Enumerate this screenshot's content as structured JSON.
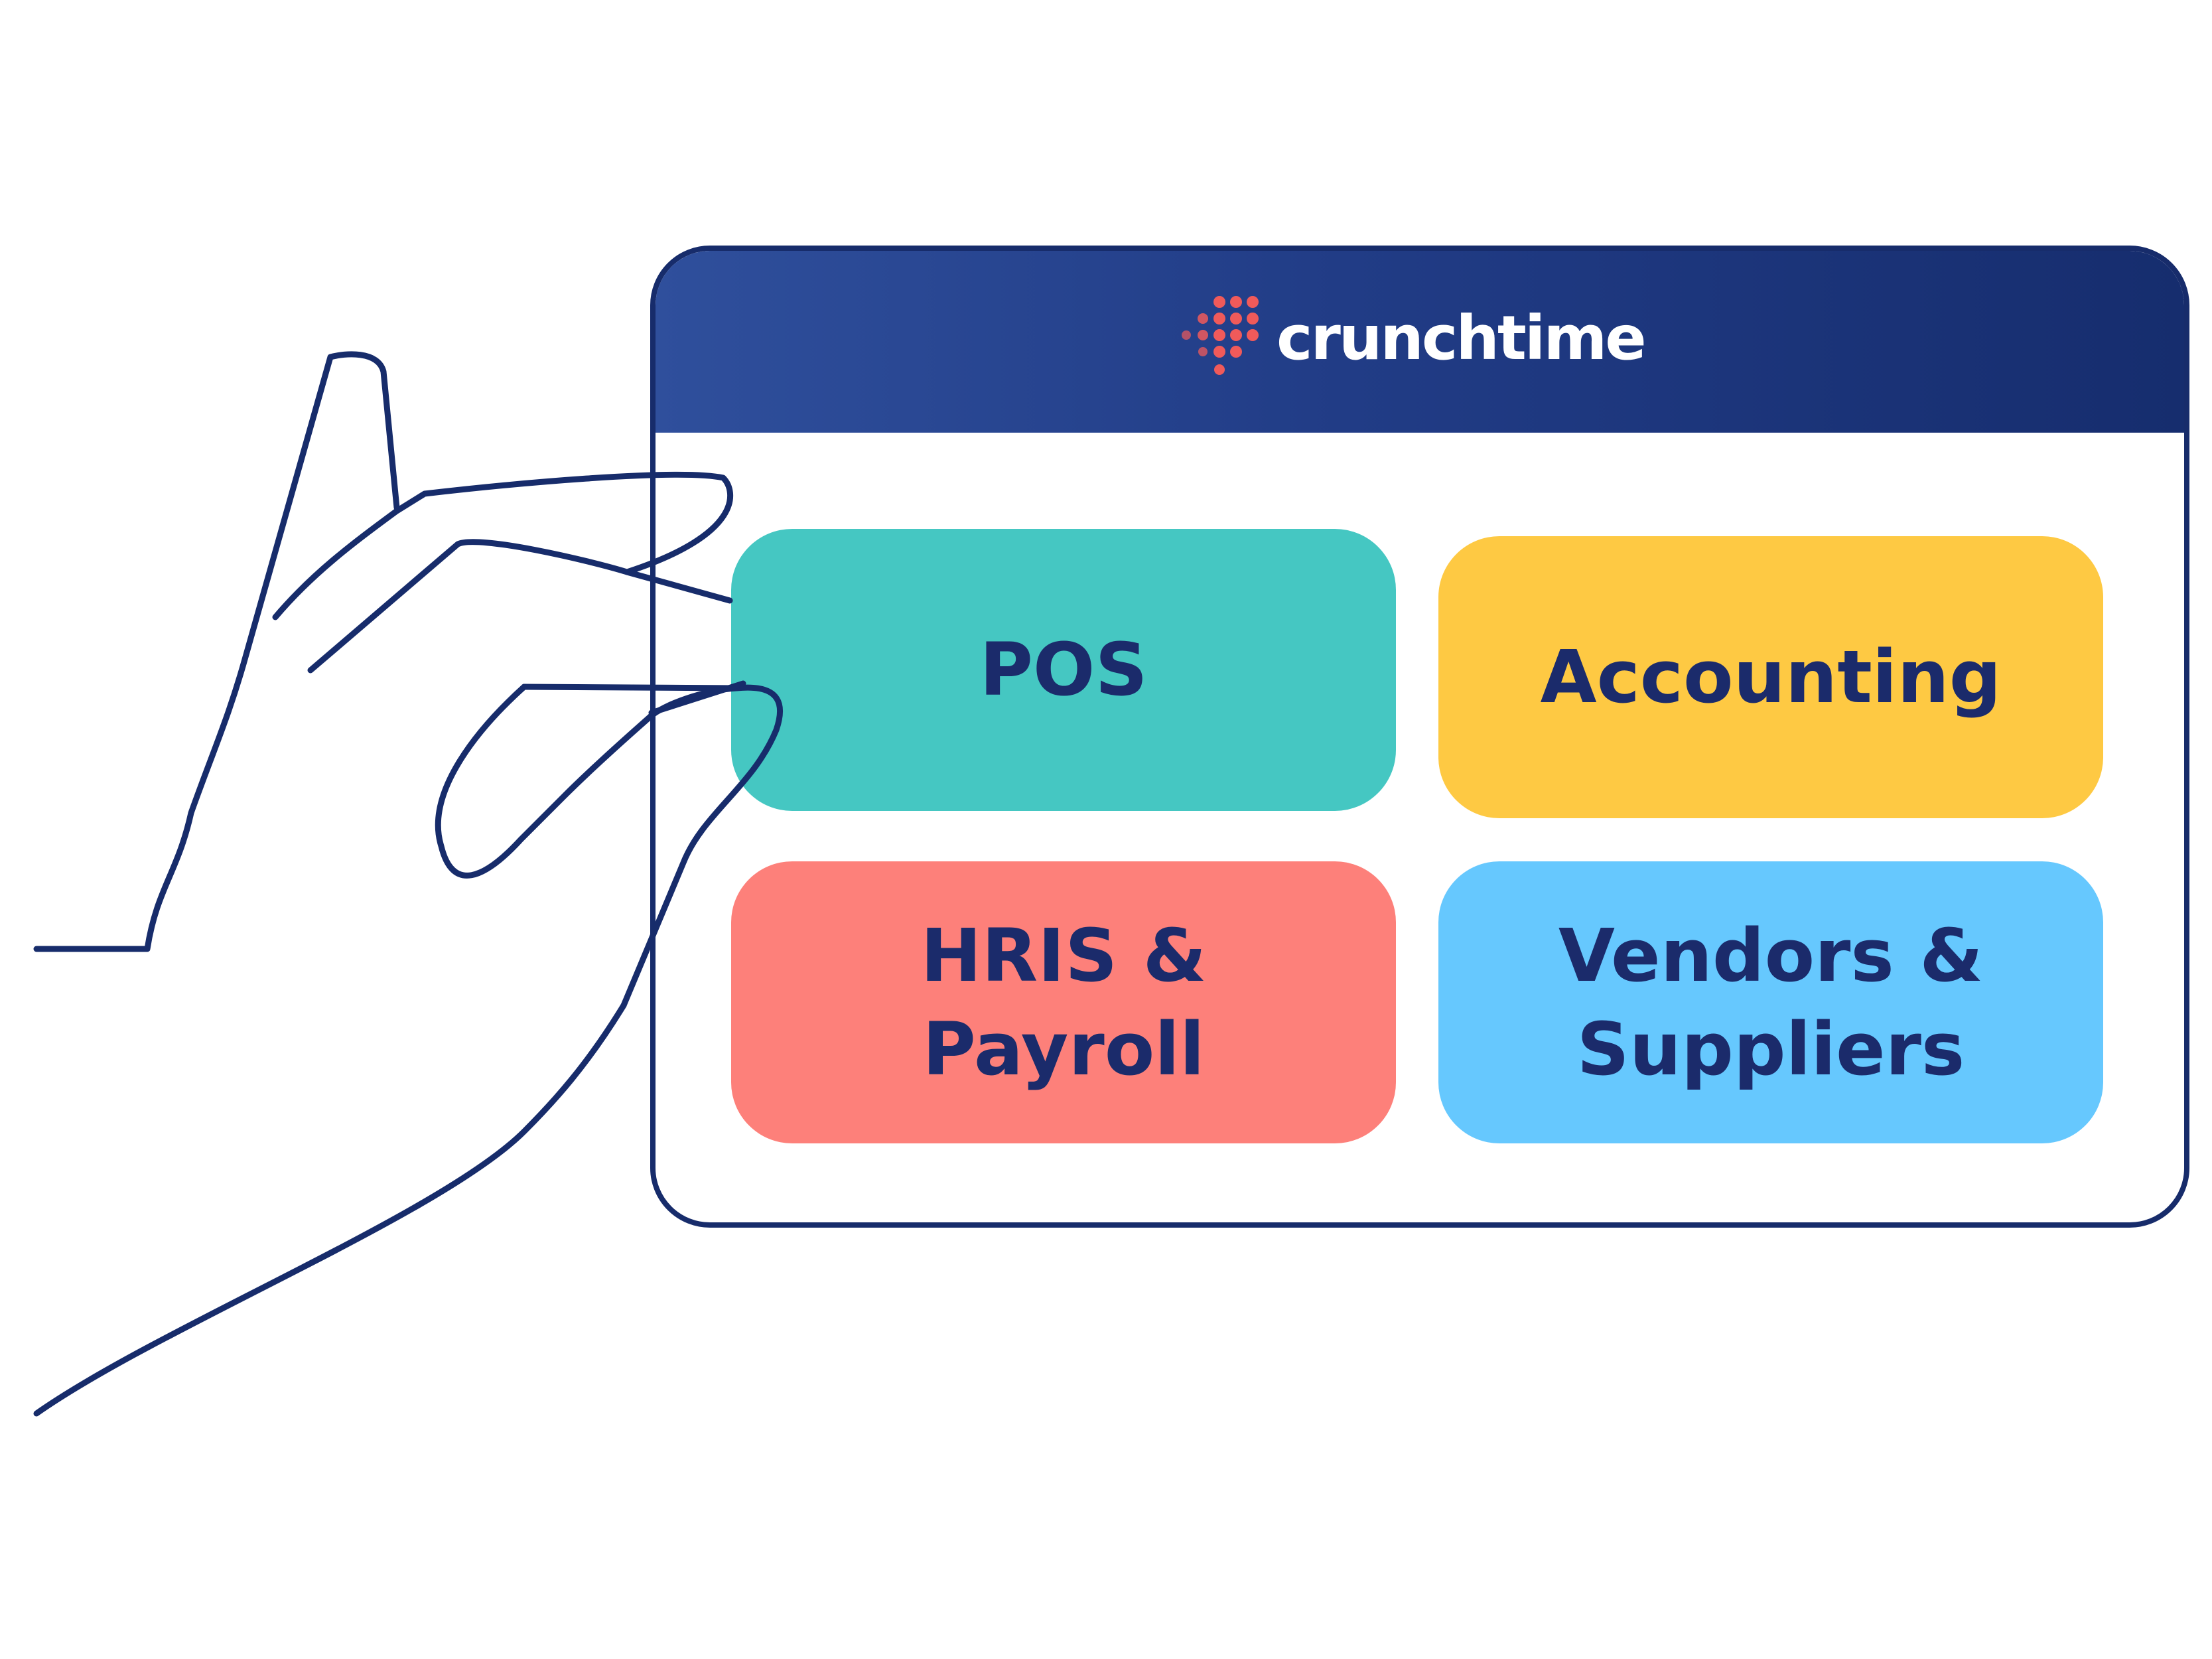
{
  "brand": {
    "name": "crunchtime",
    "logo_icon": "dot-grid-logo-icon",
    "header_color": "#1b2f73",
    "dot_color": "#f05a5a"
  },
  "tiles": [
    {
      "label_lines": [
        "POS"
      ],
      "color": "#45c7c2"
    },
    {
      "label_lines": [
        "Accounting"
      ],
      "color": "#fec943"
    },
    {
      "label_lines": [
        "HRIS &",
        "Payroll"
      ],
      "color": "#fd807a"
    },
    {
      "label_lines": [
        "Vendors &",
        "Suppliers"
      ],
      "color": "#66c8fe"
    }
  ],
  "illustration": {
    "icon": "hand-holding-card-icon",
    "stroke_color": "#172c6b"
  }
}
